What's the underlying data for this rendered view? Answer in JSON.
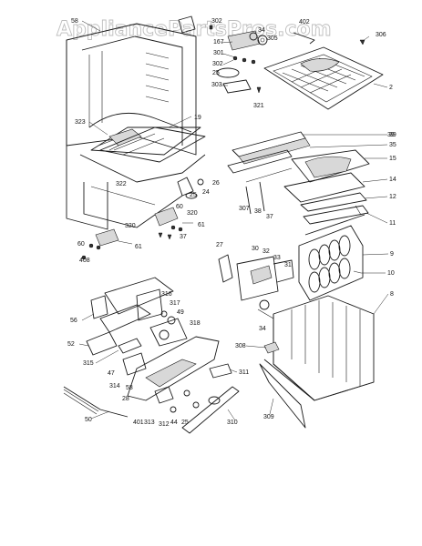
{
  "watermark": "AppliancePartsPros.com",
  "callouts": [
    "58",
    "39",
    "302",
    "167",
    "301",
    "302",
    "25",
    "303",
    "321",
    "34",
    "305",
    "402",
    "306",
    "2",
    "19",
    "323",
    "322",
    "39",
    "35",
    "15",
    "14",
    "12",
    "11",
    "9",
    "10",
    "8",
    "26",
    "24",
    "25",
    "60",
    "320",
    "61",
    "37",
    "320",
    "60",
    "61",
    "408",
    "27",
    "30",
    "32",
    "33",
    "31",
    "34",
    "308",
    "316",
    "317",
    "49",
    "318",
    "56",
    "52",
    "315",
    "47",
    "314",
    "58",
    "28",
    "311",
    "50",
    "401",
    "313",
    "312",
    "44",
    "25",
    "310",
    "309",
    "307",
    "38",
    "37"
  ]
}
